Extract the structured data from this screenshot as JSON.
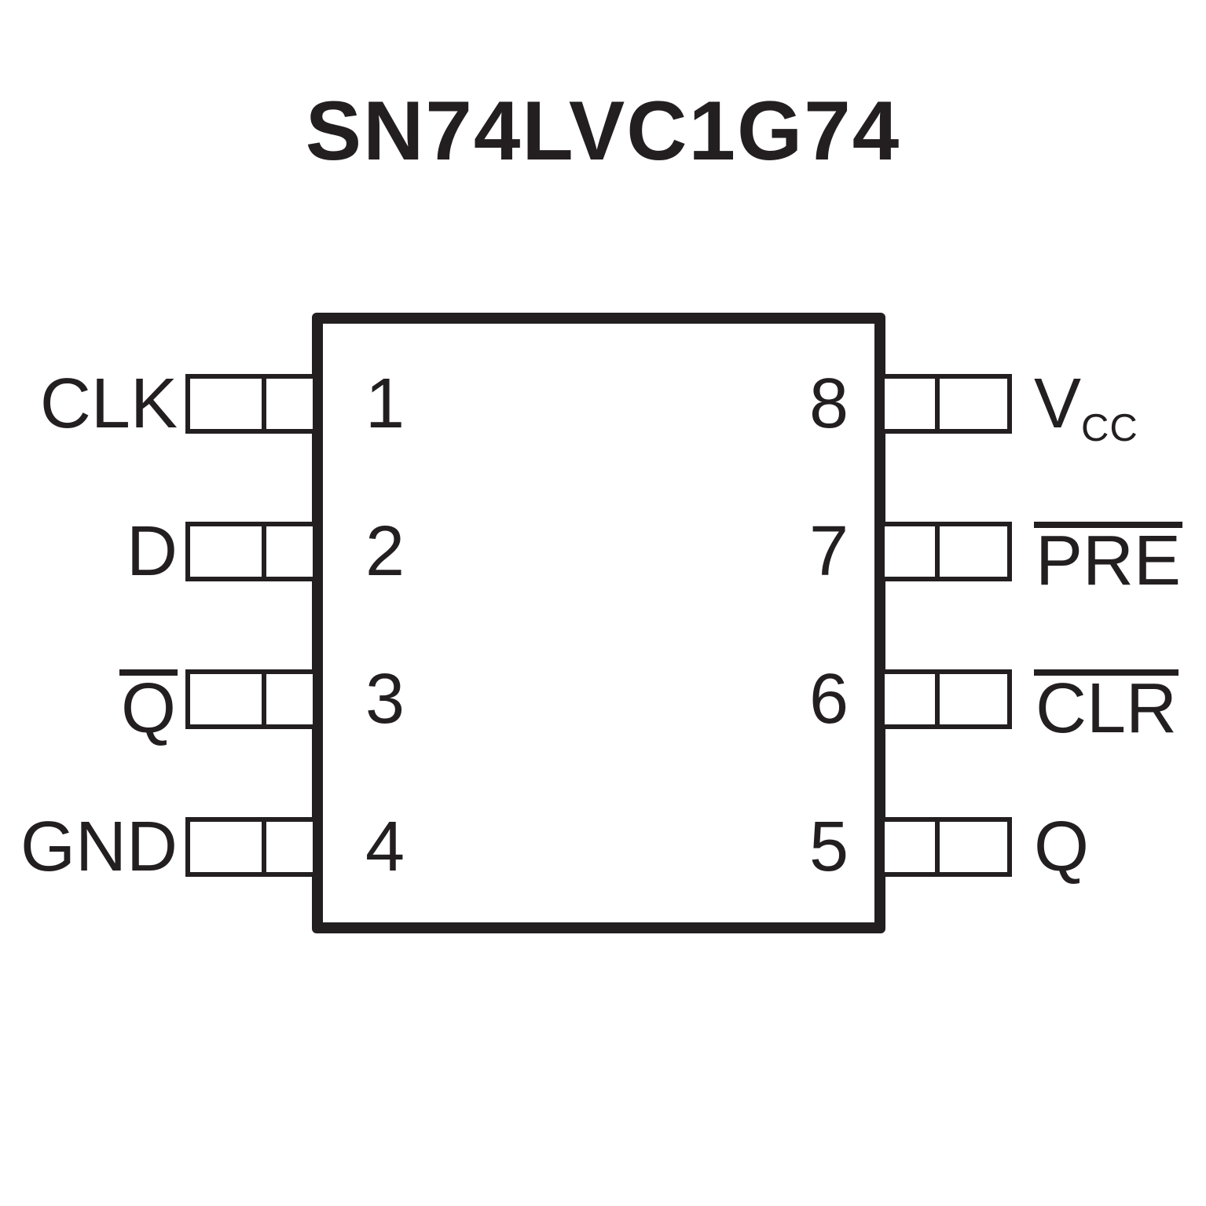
{
  "title": "SN74LVC1G74",
  "colors": {
    "ink": "#231f20",
    "background": "#ffffff"
  },
  "chip": {
    "left_pins": [
      {
        "number": "1",
        "label": "CLK",
        "overline": false
      },
      {
        "number": "2",
        "label": "D",
        "overline": false
      },
      {
        "number": "3",
        "label": "Q",
        "overline": true
      },
      {
        "number": "4",
        "label": "GND",
        "overline": false
      }
    ],
    "right_pins": [
      {
        "number": "8",
        "label": "V",
        "subscript": "CC",
        "overline": false
      },
      {
        "number": "7",
        "label": "PRE",
        "overline": true
      },
      {
        "number": "6",
        "label": "CLR",
        "overline": true
      },
      {
        "number": "5",
        "label": "Q",
        "overline": false
      }
    ]
  }
}
